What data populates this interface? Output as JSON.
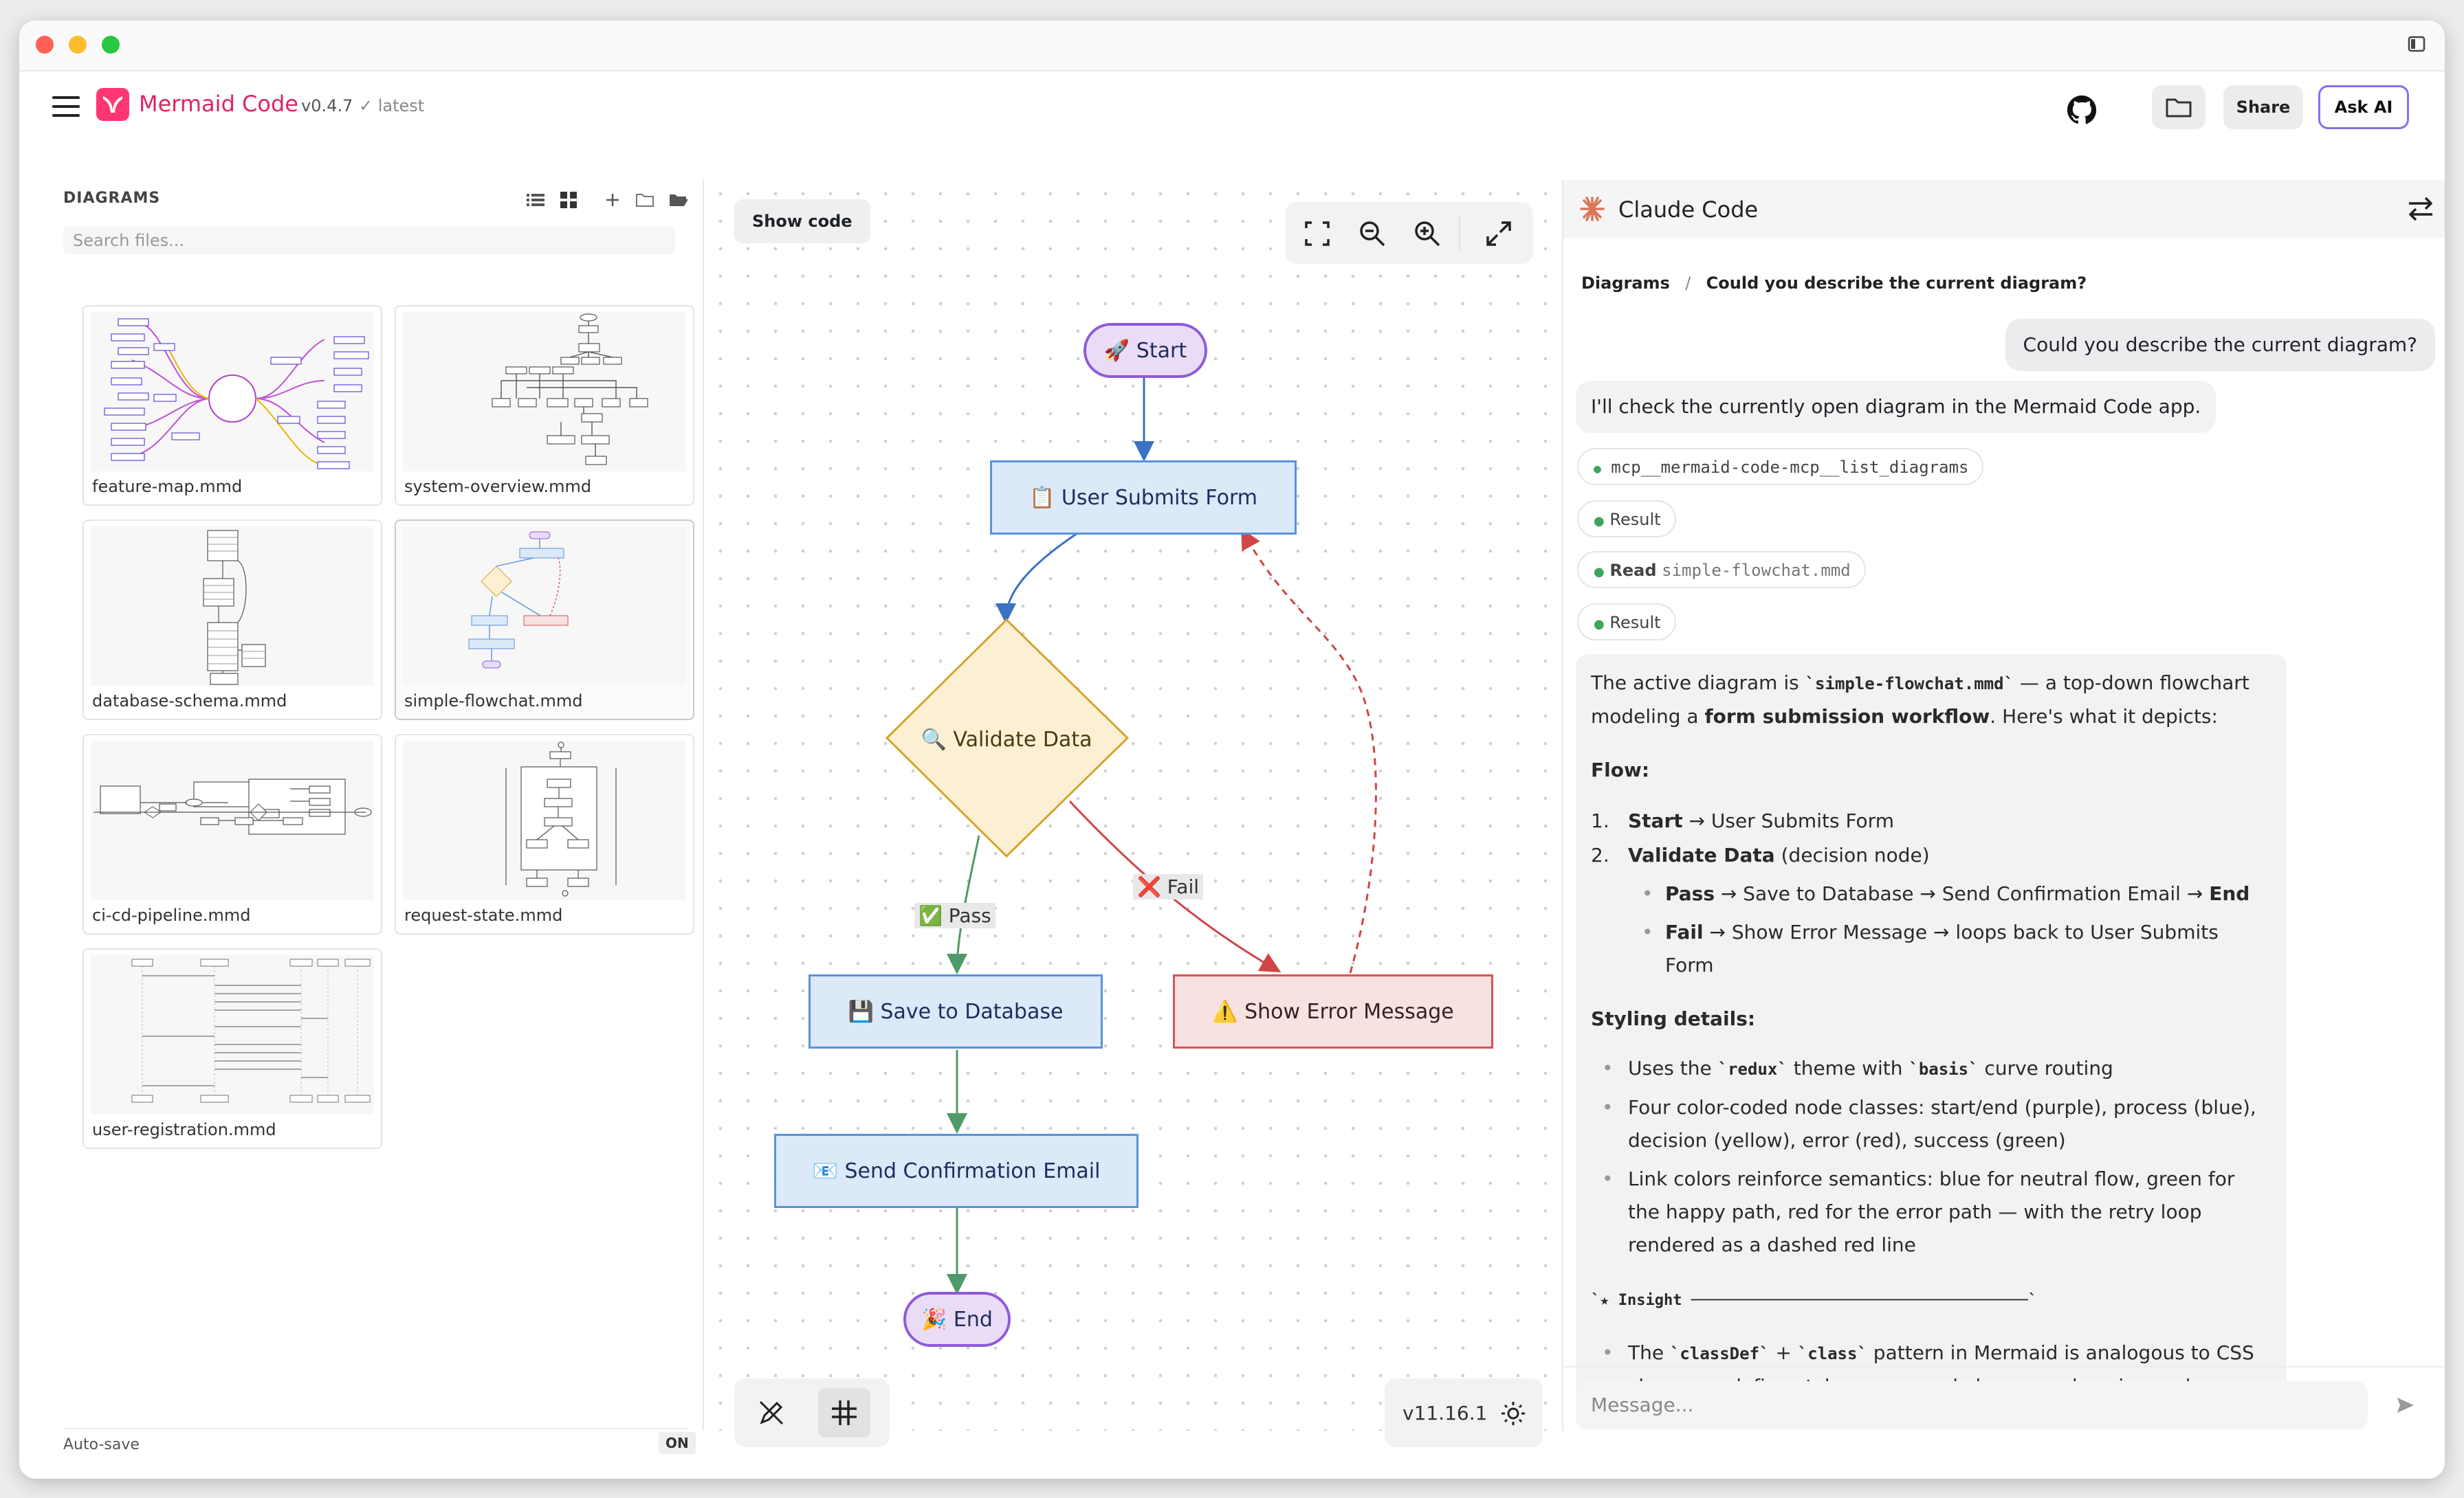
{
  "app": {
    "title": "Mermaid Code",
    "version": "v0.4.7",
    "latest": "✓ latest"
  },
  "header": {
    "share_label": "Share",
    "ask_ai_label": "Ask AI"
  },
  "sidebar": {
    "title": "DIAGRAMS",
    "search_placeholder": "Search files...",
    "files": [
      {
        "name": "feature-map.mmd"
      },
      {
        "name": "system-overview.mmd"
      },
      {
        "name": "database-schema.mmd"
      },
      {
        "name": "simple-flowchat.mmd"
      },
      {
        "name": "ci-cd-pipeline.mmd"
      },
      {
        "name": "request-state.mmd"
      },
      {
        "name": "user-registration.mmd"
      }
    ],
    "selected_file": "simple-flowchat.mmd",
    "autosave_label": "Auto-save",
    "autosave_state": "ON"
  },
  "canvas": {
    "show_code_label": "Show code",
    "mermaid_version": "v11.16.1",
    "nodes": {
      "start": "🚀 Start",
      "submit": "📋 User Submits Form",
      "validate": "🔍 Validate Data",
      "save": "💾 Save to Database",
      "error": "⚠️ Show Error Message",
      "email": "📧 Send Confirmation Email",
      "end": "🎉 End"
    },
    "edges": {
      "pass": "✅ Pass",
      "fail": "❌ Fail"
    }
  },
  "chat": {
    "title": "Claude Code",
    "breadcrumb_root": "Diagrams",
    "breadcrumb_sep": "/",
    "breadcrumb_current": "Could you describe the current diagram?",
    "user_message": "Could you describe the current diagram?",
    "assistant_intro": "I'll check the currently open diagram in the Mermaid Code app.",
    "tool1": "mcp__mermaid-code-mcp__list_diagrams",
    "result1": "Result",
    "tool2_verb": "Read",
    "tool2_arg": "simple-flowchat.mmd",
    "result2": "Result",
    "answer": {
      "p1_a": "The active diagram is ",
      "p1_code": "`simple-flowchat.mmd`",
      "p1_b": " — a top-down flowchart modeling a ",
      "p1_bold": "form submission workflow",
      "p1_c": ". Here's what it depicts:",
      "flow_heading": "Flow:",
      "step1_bold": "Start",
      "step1_rest": " → User Submits Form",
      "step2_bold": "Validate Data",
      "step2_rest": " (decision node)",
      "pass_bold": "Pass",
      "pass_rest": " → Save to Database → Send Confirmation Email → ",
      "pass_end": "End",
      "fail_bold": "Fail",
      "fail_rest": " → Show Error Message → loops back to User Submits Form",
      "styling_heading": "Styling details:",
      "b1_a": "Uses the ",
      "b1_code1": "`redux`",
      "b1_b": " theme with ",
      "b1_code2": "`basis`",
      "b1_c": " curve routing",
      "b2": "Four color-coded node classes: start/end (purple), process (blue), decision (yellow), error (red), success (green)",
      "b3": "Link colors reinforce semantics: blue for neutral flow, green for the happy path, red for the error path — with the retry loop rendered as a dashed red line",
      "insight": "`★ Insight ─────────────────────────────────────`",
      "b4_a": "The ",
      "b4_code1": "`classDef`",
      "b4_b": " + ",
      "b4_code2": "`class`",
      "b4_c": " pattern in Mermaid is analogous to CSS classes — define styles once, apply by name, keeping node"
    },
    "input_placeholder": "Message..."
  }
}
